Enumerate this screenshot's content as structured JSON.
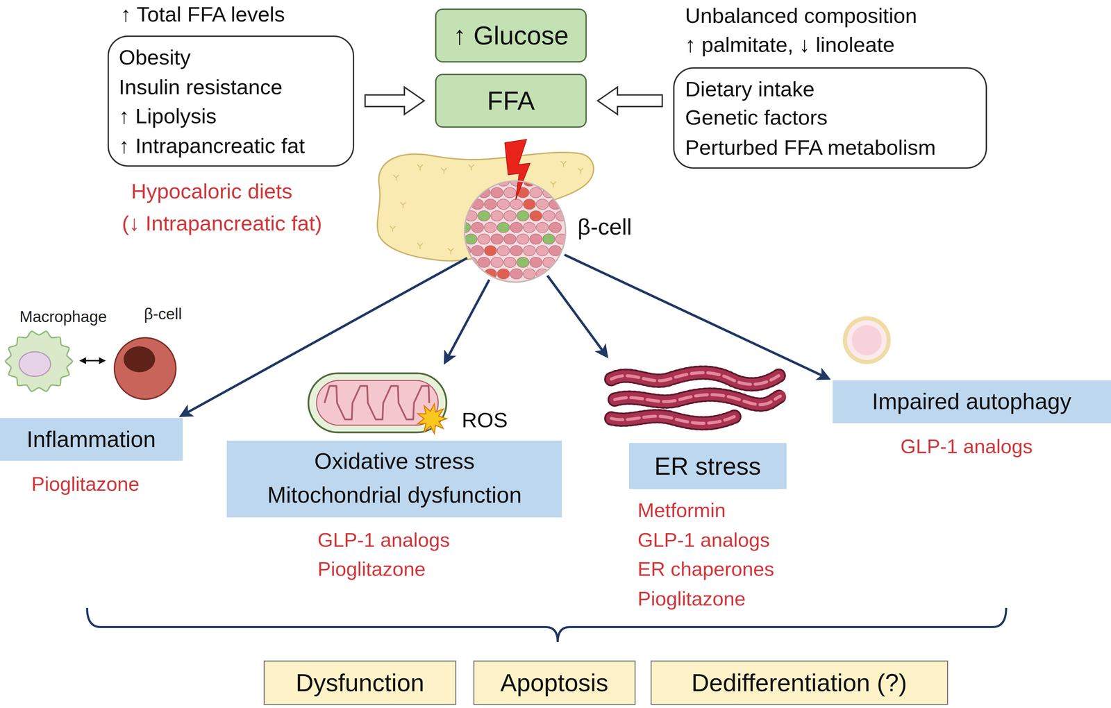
{
  "diagram": {
    "nodes": [
      {
        "text": [
          "↑ Glucose"
        ]
      },
      {
        "text": [
          "FFA"
        ]
      },
      {
        "text": [
          "↑ Total FFA levels",
          "Obesity",
          "Insulin resistance",
          "↑ Lipolysis",
          "↑ Intrapancreatic fat"
        ]
      },
      {
        "text": [
          "Unbalanced composition",
          "↑ palmitate, ↓ linoleate",
          "Dietary intake",
          "Genetic factors",
          "Perturbed FFA metabolism"
        ]
      },
      {
        "text": [
          "β-cell"
        ]
      },
      {
        "text": [
          "Inflammation",
          "Pioglitazone"
        ]
      },
      {
        "text": [
          "Oxidative stress",
          "Mitochondrial dysfunction",
          "GLP-1 analogs",
          "Pioglitazone"
        ]
      },
      {
        "text": [
          "ER stress",
          "Metformin",
          "GLP-1 analogs",
          "ER chaperones",
          "Pioglitazone"
        ]
      },
      {
        "text": [
          "Impaired autophagy",
          "GLP-1 analogs"
        ]
      },
      {
        "text": [
          "Dysfunction"
        ]
      },
      {
        "text": [
          "Apoptosis"
        ]
      },
      {
        "text": [
          "Dedifferentiation (?)"
        ]
      }
    ],
    "edges": [
      {
        "from": 2,
        "to": 1,
        "arrow": "to"
      },
      {
        "from": 3,
        "to": 1,
        "arrow": "to"
      },
      {
        "from": 4,
        "to": 5,
        "arrow": "to"
      },
      {
        "from": 4,
        "to": 6,
        "arrow": "to"
      },
      {
        "from": 4,
        "to": 7,
        "arrow": "to"
      },
      {
        "from": 4,
        "to": 8,
        "arrow": "to"
      }
    ],
    "labels": [
      "Hypocaloric diets",
      "(↓ Intrapancreatic fat)",
      "Macrophage",
      "β-cell",
      "ROS"
    ]
  }
}
